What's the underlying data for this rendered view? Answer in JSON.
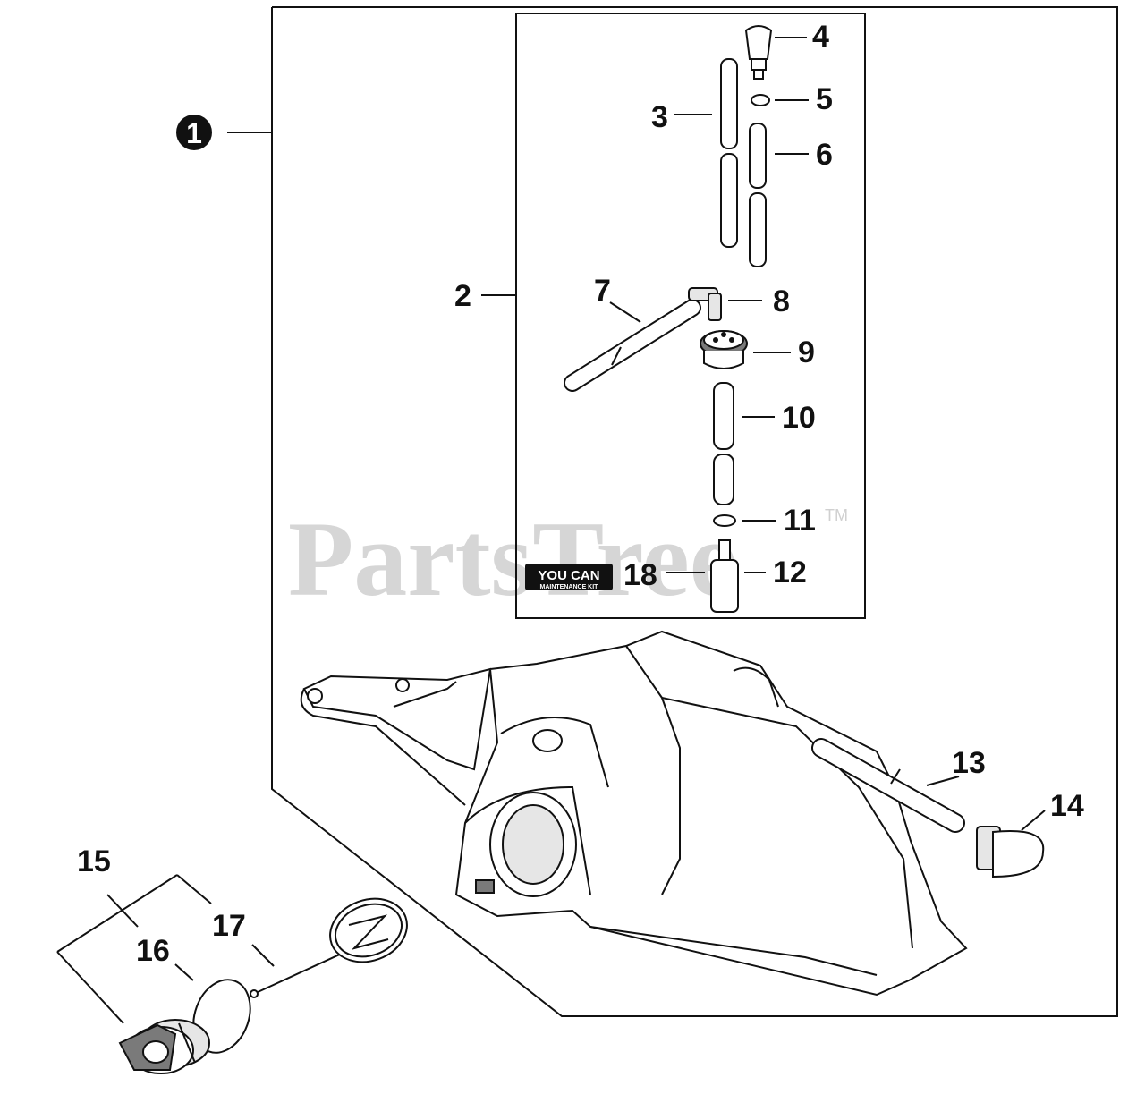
{
  "watermark": {
    "text": "PartsTree",
    "tm": "TM"
  },
  "badge": {
    "line1": "YOU CAN",
    "line2": "MAINTENANCE KIT"
  },
  "callouts": {
    "c1": "1",
    "c2": "2",
    "c3": "3",
    "c4": "4",
    "c5": "5",
    "c6": "6",
    "c7": "7",
    "c8": "8",
    "c9": "9",
    "c10": "10",
    "c11": "11",
    "c12": "12",
    "c13": "13",
    "c14": "14",
    "c15": "15",
    "c16": "16",
    "c17": "17",
    "c18": "18"
  },
  "colors": {
    "ink": "#111111",
    "watermark": "#d6d6d6",
    "part_fill": "#ffffff",
    "shade": "#7a7a7a"
  }
}
